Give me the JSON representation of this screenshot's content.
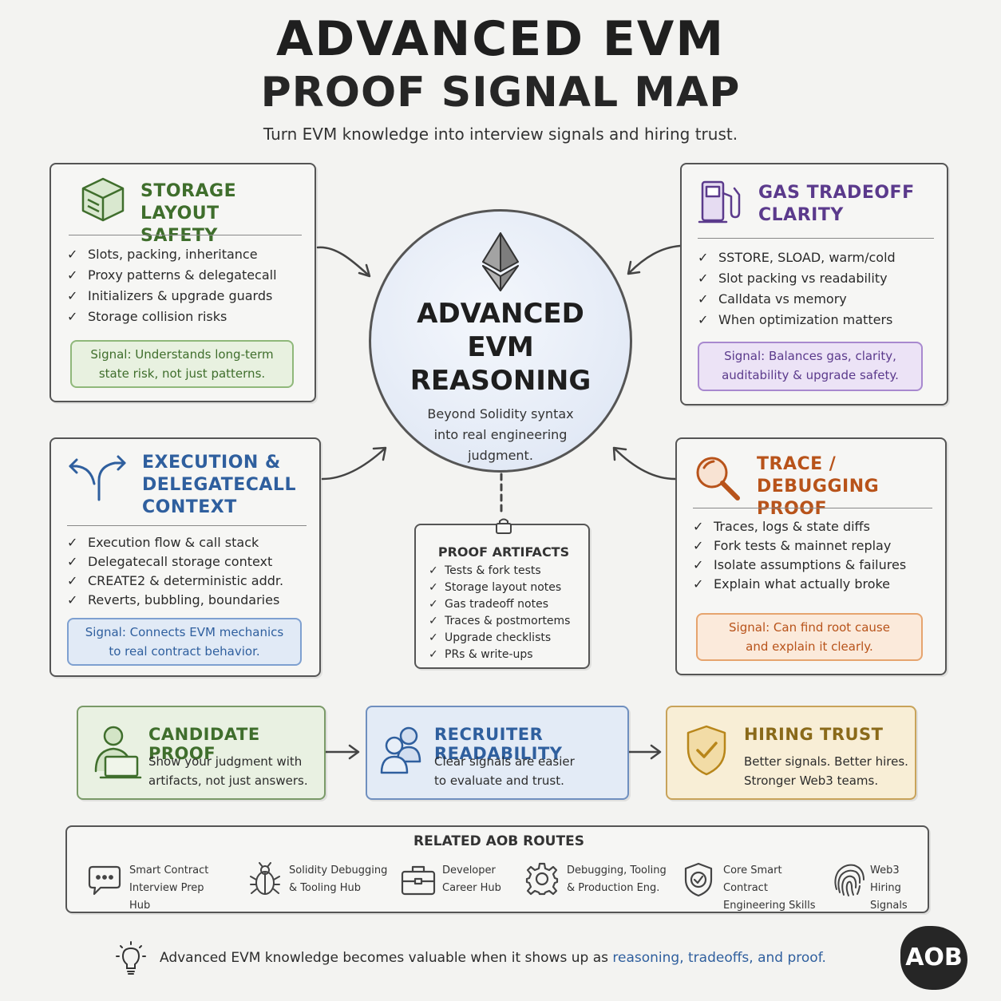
{
  "header": {
    "title_line1": "ADVANCED EVM",
    "title_line2": "PROOF SIGNAL MAP",
    "subtitle": "Turn EVM knowledge into interview signals and hiring trust."
  },
  "center": {
    "title_lines": [
      "ADVANCED",
      "EVM",
      "REASONING"
    ],
    "subtitle_lines": [
      "Beyond Solidity syntax",
      "into real engineering",
      "judgment."
    ]
  },
  "cards": {
    "storage": {
      "title_lines": [
        "STORAGE LAYOUT",
        "SAFETY"
      ],
      "items": [
        "Slots, packing, inheritance",
        "Proxy patterns & delegatecall",
        "Initializers & upgrade guards",
        "Storage collision risks"
      ],
      "signal_lines": [
        "Signal: Understands long-term",
        "state risk, not just patterns."
      ],
      "color": "#3f6e2c"
    },
    "gas": {
      "title_lines": [
        "GAS TRADEOFF",
        "CLARITY"
      ],
      "items": [
        "SSTORE, SLOAD, warm/cold",
        "Slot packing vs readability",
        "Calldata vs memory",
        "When optimization matters"
      ],
      "signal_lines": [
        "Signal: Balances gas, clarity,",
        "auditability & upgrade safety."
      ],
      "color": "#5b3a8c"
    },
    "execution": {
      "title_lines": [
        "EXECUTION &",
        "DELEGATECALL",
        "CONTEXT"
      ],
      "items": [
        "Execution flow & call stack",
        "Delegatecall storage context",
        "CREATE2 & deterministic addr.",
        "Reverts, bubbling, boundaries"
      ],
      "signal_lines": [
        "Signal: Connects EVM mechanics",
        "to real contract behavior."
      ],
      "color": "#2f5f9e"
    },
    "trace": {
      "title_lines": [
        "TRACE / DEBUGGING",
        "PROOF"
      ],
      "items": [
        "Traces, logs & state diffs",
        "Fork tests & mainnet replay",
        "Isolate assumptions & failures",
        "Explain what actually broke"
      ],
      "signal_lines": [
        "Signal: Can find root cause",
        "and explain it clearly."
      ],
      "color": "#b8531a"
    }
  },
  "artifacts": {
    "title": "PROOF ARTIFACTS",
    "items": [
      "Tests & fork tests",
      "Storage layout notes",
      "Gas tradeoff notes",
      "Traces & postmortems",
      "Upgrade checklists",
      "PRs & write-ups"
    ]
  },
  "flow": [
    {
      "title": "CANDIDATE PROOF",
      "lines": [
        "Show your judgment with",
        "artifacts, not just answers."
      ],
      "color": "#3f6e2c"
    },
    {
      "title": "RECRUITER READABILITY",
      "lines": [
        "Clear signals are easier",
        "to evaluate and trust."
      ],
      "color": "#2f5f9e"
    },
    {
      "title": "HIRING TRUST",
      "lines": [
        "Better signals. Better hires.",
        "Stronger Web3 teams."
      ],
      "color": "#8a6a1a"
    }
  ],
  "routes": {
    "title": "RELATED AOB ROUTES",
    "items": [
      {
        "label": "Smart Contract\nInterview Prep Hub",
        "icon": "chat-bubble-icon"
      },
      {
        "label": "Solidity Debugging\n& Tooling Hub",
        "icon": "bug-icon"
      },
      {
        "label": "Developer\nCareer Hub",
        "icon": "briefcase-icon"
      },
      {
        "label": "Debugging, Tooling\n& Production Eng.",
        "icon": "gear-icon"
      },
      {
        "label": "Core Smart Contract\nEngineering Skills",
        "icon": "shield-check-icon"
      },
      {
        "label": "Web3\nHiring Signals",
        "icon": "fingerprint-icon"
      }
    ]
  },
  "footer": {
    "text": "Advanced EVM knowledge becomes valuable when it shows up as ",
    "highlight": "reasoning, tradeoffs, and proof."
  },
  "badge": "AOB"
}
